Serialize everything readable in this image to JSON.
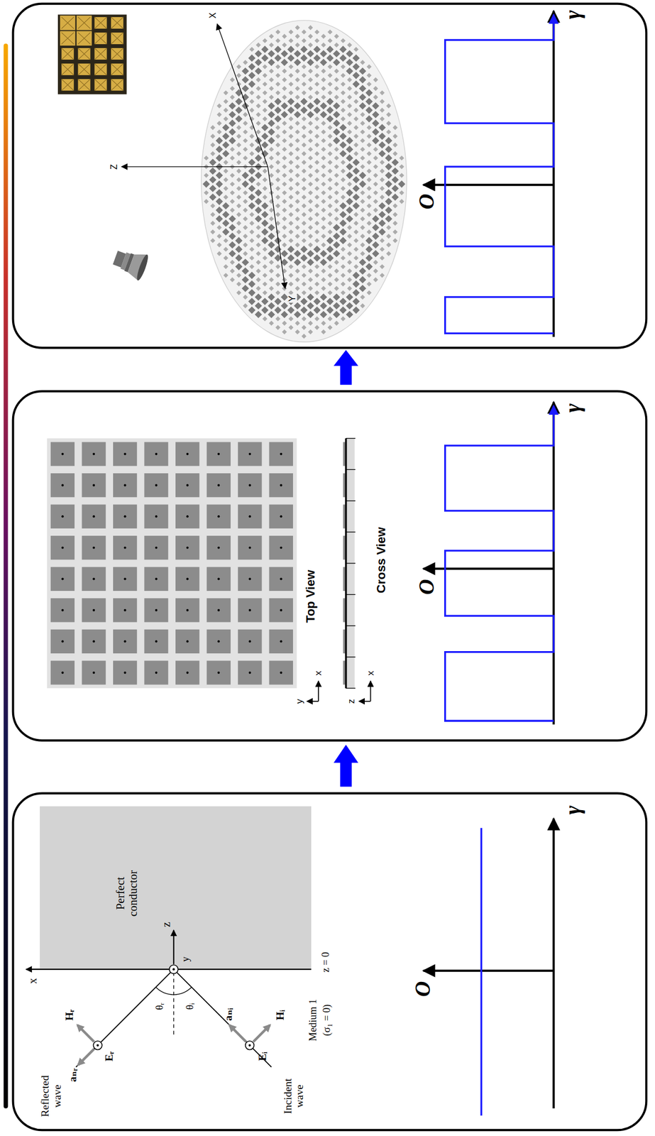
{
  "diagram": {
    "labels": [
      "x",
      "Perfect conductor",
      "z",
      "y",
      "θᵣ",
      "θᵢ",
      "Hᵣ",
      "aₙᵣ",
      "Eᵣ",
      "aₙᵢ",
      "Hᵢ",
      "Eᵢ",
      "Reflected wave",
      "Incident wave",
      "Medium 1",
      "(σ₁ = 0)",
      "z = 0",
      "O",
      "γ",
      "Top View",
      "y",
      "x",
      "Cross View",
      "z",
      "x",
      "O",
      "γ",
      "Z",
      "X",
      "Y",
      "O",
      "γ"
    ]
  }
}
